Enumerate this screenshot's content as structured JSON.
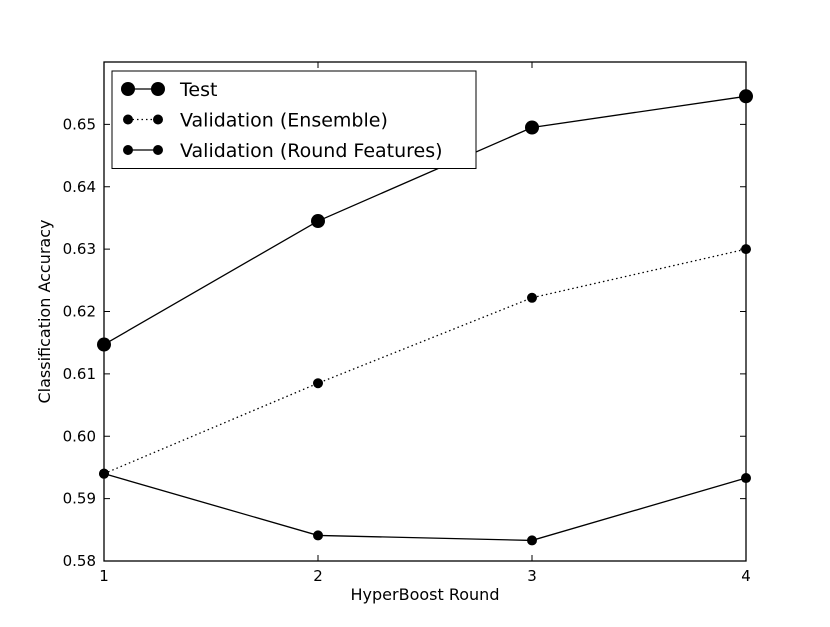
{
  "chart_data": {
    "type": "line",
    "title": "",
    "xlabel": "HyperBoost Round",
    "ylabel": "Classification Accuracy",
    "x": [
      1,
      2,
      3,
      4
    ],
    "xlim": [
      1,
      4
    ],
    "ylim": [
      0.58,
      0.66
    ],
    "xticks": [
      1,
      2,
      3,
      4
    ],
    "xtick_labels": [
      "1",
      "2",
      "3",
      "4"
    ],
    "yticks": [
      0.58,
      0.59,
      0.6,
      0.61,
      0.62,
      0.63,
      0.64,
      0.65
    ],
    "ytick_labels": [
      "0.58",
      "0.59",
      "0.60",
      "0.61",
      "0.62",
      "0.63",
      "0.64",
      "0.65"
    ],
    "grid": false,
    "legend_position": "top-left",
    "series": [
      {
        "name": "Test",
        "values": [
          0.6147,
          0.6345,
          0.6495,
          0.6545
        ],
        "line_style": "solid",
        "marker": "large-circle",
        "color": "#000000"
      },
      {
        "name": "Validation (Ensemble)",
        "values": [
          0.594,
          0.6085,
          0.6222,
          0.63
        ],
        "line_style": "dotted",
        "marker": "circle",
        "color": "#000000"
      },
      {
        "name": "Validation (Round Features)",
        "values": [
          0.594,
          0.5841,
          0.5833,
          0.5933
        ],
        "line_style": "solid",
        "marker": "circle",
        "color": "#000000"
      }
    ]
  }
}
